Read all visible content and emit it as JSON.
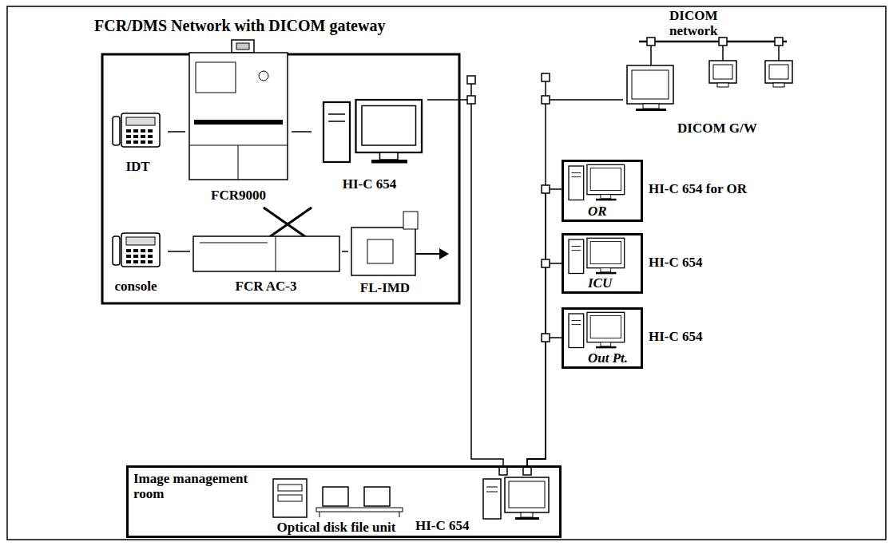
{
  "diagram": {
    "title": "FCR/DMS Network with DICOM gateway",
    "nodes": [
      {
        "text": [
          "IDT"
        ]
      },
      {
        "text": [
          "FCR9000"
        ]
      },
      {
        "text": [
          "HI-C 654"
        ]
      },
      {
        "text": [
          "console"
        ]
      },
      {
        "text": [
          "FCR AC-3"
        ]
      },
      {
        "text": [
          "FL-IMD"
        ]
      },
      {
        "text": [
          "DICOM G/W"
        ]
      },
      {
        "text": [
          "HI-C 654 for OR",
          "OR"
        ]
      },
      {
        "text": [
          "HI-C 654",
          "ICU"
        ]
      },
      {
        "text": [
          "HI-C 654",
          "Out Pt."
        ]
      },
      {
        "text": [
          "Image management room"
        ]
      },
      {
        "text": [
          "Optical disk file unit"
        ],
        "in": 10
      },
      {
        "text": [
          "HI-C 654"
        ],
        "in": 10
      }
    ],
    "edges": [
      {
        "from": 0,
        "to": 1,
        "arrow": "none"
      },
      {
        "from": 1,
        "to": 2,
        "arrow": "none"
      },
      {
        "from": 3,
        "to": 4,
        "arrow": "none"
      },
      {
        "from": 4,
        "to": 5,
        "arrow": "none"
      },
      {
        "from": 2,
        "to": 10,
        "arrow": "none"
      },
      {
        "from": 10,
        "to": 6,
        "arrow": "none"
      },
      {
        "from": 10,
        "to": 7,
        "arrow": "none"
      },
      {
        "from": 10,
        "to": 8,
        "arrow": "none"
      },
      {
        "from": 10,
        "to": 9,
        "arrow": "none"
      }
    ],
    "labels": [
      "DICOM network"
    ]
  }
}
